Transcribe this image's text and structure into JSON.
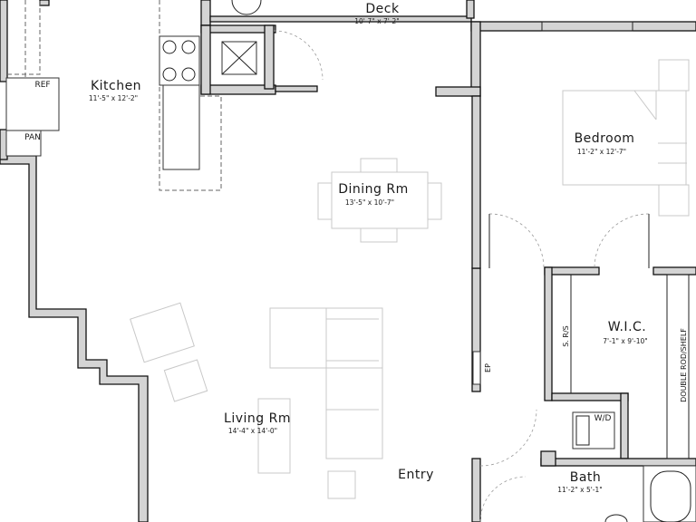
{
  "rooms": {
    "deck": {
      "name": "Deck",
      "dims": "10'-7\" x 7'-2\""
    },
    "kitchen": {
      "name": "Kitchen",
      "dims": "11'-5\" x 12'-2\""
    },
    "dining": {
      "name": "Dining Rm",
      "dims": "13'-5\" x 10'-7\""
    },
    "bedroom": {
      "name": "Bedroom",
      "dims": "11'-2\" x 12'-7\""
    },
    "wic": {
      "name": "W.I.C.",
      "dims": "7'-1\" x 9'-10\""
    },
    "living": {
      "name": "Living Rm",
      "dims": "14'-4\" x 14'-0\""
    },
    "entry": {
      "name": "Entry"
    },
    "bath": {
      "name": "Bath",
      "dims": "11'-2\" x 5'-1\""
    }
  },
  "fixtures": {
    "ref": "REF",
    "pan": "PAN",
    "wd": "W/D",
    "sr_s": "S. R/S",
    "double_rod": "DOUBLE ROD/SHELF",
    "ep": "EP"
  },
  "colors": {
    "wall_fill": "#d4d4d4",
    "wall_stroke": "#111111",
    "furniture": "#c8c8c8"
  }
}
